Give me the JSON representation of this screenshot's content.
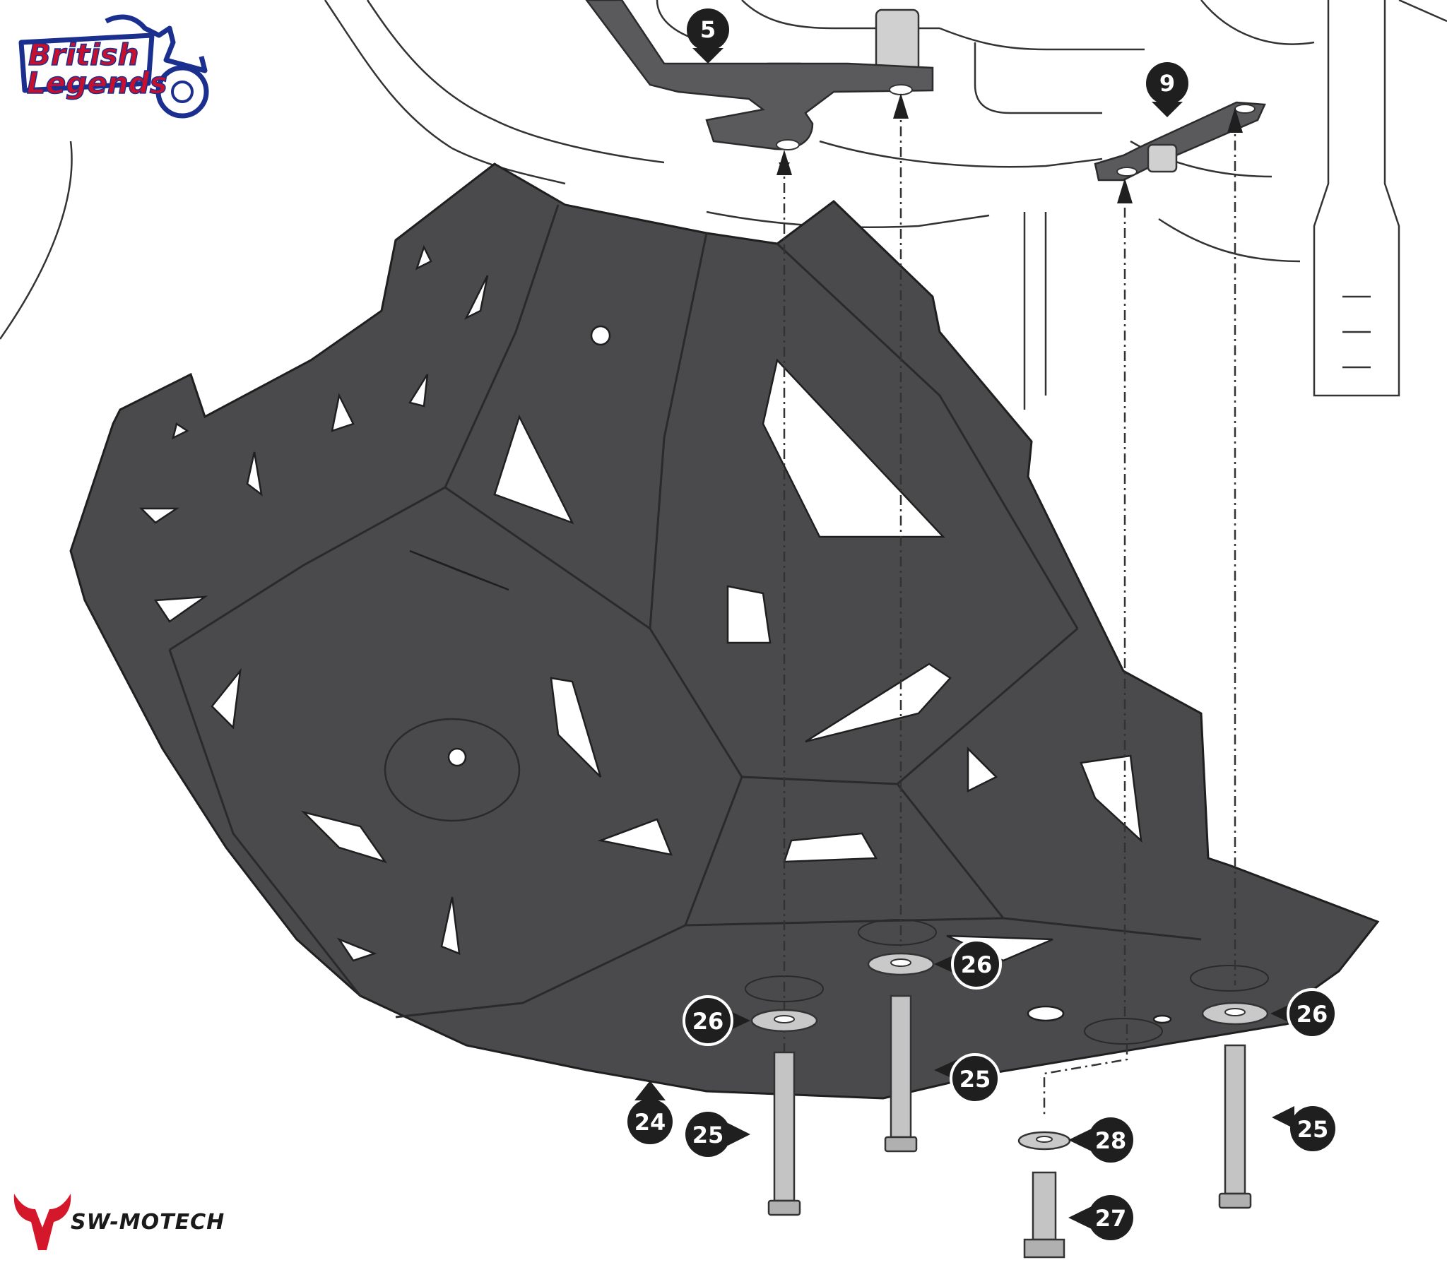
{
  "logo": {
    "line1": "British",
    "line2": "Legends",
    "color_text": "#c8102e",
    "color_outline": "#1b2f8f"
  },
  "brand": {
    "name": "SW-MOTECH",
    "color_mark": "#d4172a",
    "color_text": "#1a1a1a"
  },
  "colors": {
    "plate": "#4a4a4c",
    "plate_edge": "#2b2b2d",
    "line": "#333333",
    "bolt": "#a8a8a8",
    "callout": "#1f1f1f"
  },
  "callouts": [
    {
      "label": "5"
    },
    {
      "label": "9"
    },
    {
      "label": "24"
    },
    {
      "label": "25"
    },
    {
      "label": "25"
    },
    {
      "label": "25"
    },
    {
      "label": "26"
    },
    {
      "label": "26"
    },
    {
      "label": "26"
    },
    {
      "label": "27"
    },
    {
      "label": "28"
    }
  ]
}
